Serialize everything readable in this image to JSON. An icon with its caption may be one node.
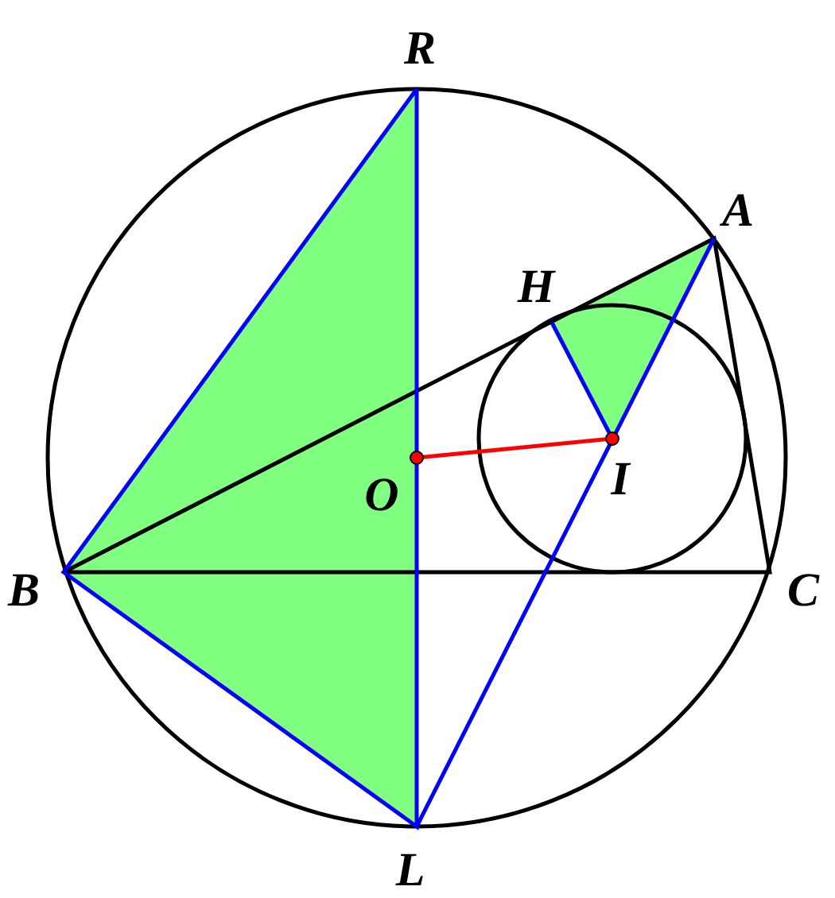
{
  "diagram": {
    "labels": [
      "R",
      "A",
      "H",
      "O",
      "I",
      "B",
      "C",
      "L"
    ]
  }
}
